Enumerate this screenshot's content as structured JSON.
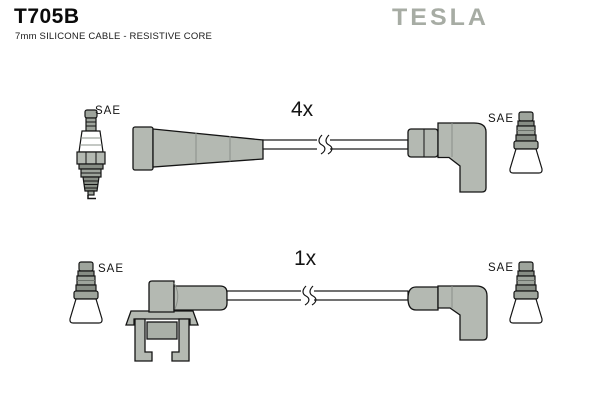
{
  "header": {
    "part_number": "T705B",
    "subtitle": "7mm SILICONE CABLE - RESISTIVE CORE",
    "brand_logo": "TESLA"
  },
  "diagram": {
    "cables": [
      {
        "quantity_label": "4x",
        "left_terminal": "SAE",
        "right_terminal": "SAE",
        "left_icon": "spark-plug-icon",
        "right_icon": "sae-terminal-boot-icon"
      },
      {
        "quantity_label": "1x",
        "left_terminal": "SAE",
        "right_terminal": "SAE",
        "left_icon": "sae-terminal-boot-icon",
        "right_icon": "sae-terminal-boot-icon"
      }
    ]
  },
  "colors": {
    "boot_gray": "#b4b9b2",
    "metal_gray": "#9ea49c",
    "dark_gray": "#878d85",
    "logo_gray": "#a7aca4",
    "outline": "#141414"
  }
}
